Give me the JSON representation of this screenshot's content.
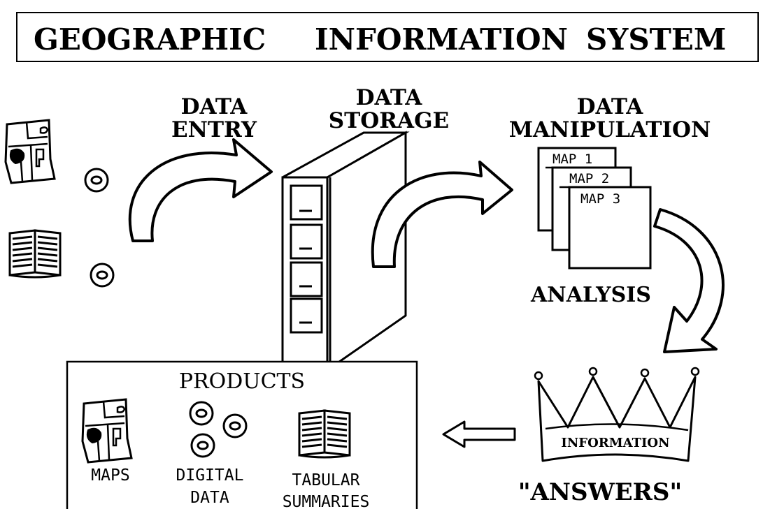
{
  "title": {
    "word1": "GEOGRAPHIC",
    "word2": "INFORMATION",
    "word3": "SYSTEM"
  },
  "stages": {
    "entry": {
      "line1": "DATA",
      "line2": "ENTRY"
    },
    "storage": {
      "line1": "DATA",
      "line2": "STORAGE"
    },
    "manipulation": {
      "line1": "DATA",
      "line2": "MANIPULATION"
    },
    "analysis": "ANALYSIS"
  },
  "map_sheets": [
    "MAP 1",
    "MAP 2",
    "MAP 3"
  ],
  "information": {
    "crown_label": "INFORMATION",
    "answers": "\"ANSWERS\""
  },
  "products": {
    "heading": "PRODUCTS",
    "maps": "MAPS",
    "digital_line1": "DIGITAL",
    "digital_line2": "DATA",
    "tabular_line1": "TABULAR",
    "tabular_line2": "SUMMARIES"
  },
  "icons": [
    "map-icon",
    "disk-icon",
    "book-icon",
    "file-cabinet-icon",
    "crown-icon",
    "arrow-icon"
  ],
  "colors": {
    "ink": "#000000",
    "paper": "#ffffff"
  }
}
